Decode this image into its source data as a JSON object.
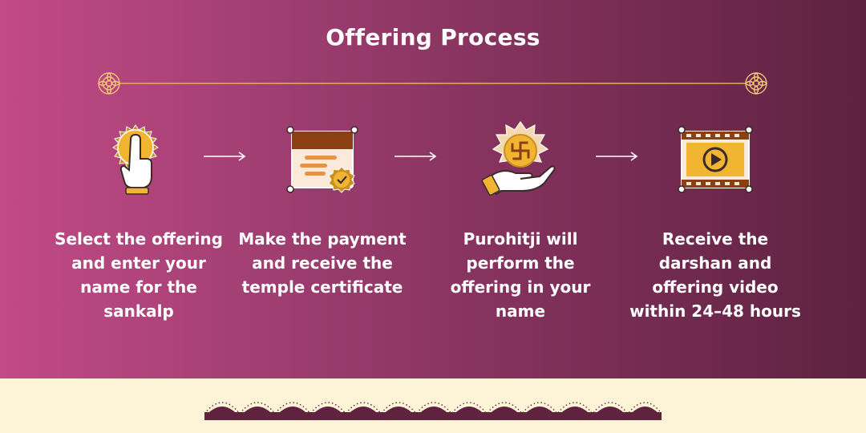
{
  "header": {
    "title": "Offering Process"
  },
  "steps": [
    {
      "text": "Select the offering and enter your name for the sankalp",
      "icon": "hand-tap-icon"
    },
    {
      "text": "Make the payment and receive the temple certificate",
      "icon": "certificate-icon"
    },
    {
      "text": "Purohitji will perform the offering in your name",
      "icon": "swastik-offering-icon"
    },
    {
      "text": "Receive the darshan and offering video within 24–48 hours",
      "icon": "video-play-icon"
    }
  ],
  "colors": {
    "gradient_start": "#c24a86",
    "gradient_end": "#5e2240",
    "accent_gold": "#f2b532",
    "footer_bg": "#fdf4d7",
    "scallop": "#5f2340"
  }
}
